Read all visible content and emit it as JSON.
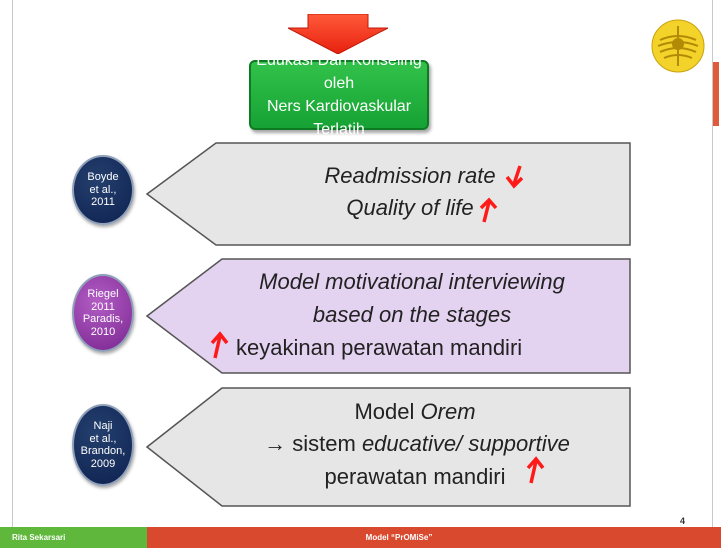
{
  "header_box": {
    "line1": "Edukasi Dan Konseling oleh",
    "line2": "Ners Kardiovaskular Terlatih"
  },
  "panels": [
    {
      "citation": [
        "Boyde",
        "et al.,",
        "2011"
      ],
      "lines": [
        "Readmission rate",
        "Quality of life"
      ]
    },
    {
      "citation": [
        "Riegel",
        "2011",
        "Paradis,",
        "2010"
      ],
      "lines": [
        "Model motivational interviewing",
        "based on the stages",
        "keyakinan perawatan mandiri"
      ]
    },
    {
      "citation": [
        "Naji",
        "et al.,",
        "Brandon,",
        "2009"
      ],
      "lines": [
        "Model ",
        "Orem",
        "→ sistem ",
        "educative/ supportive",
        "perawatan mandiri"
      ]
    }
  ],
  "footer": {
    "author": "Rita Sekarsari",
    "title": "Model “PrOMiSe”",
    "page": "4"
  },
  "colors": {
    "accent_green": "#1aa636",
    "arrow_red": "#ff1a1a",
    "panel_grey": "#e6e6e6",
    "panel_purple": "#e3d2f0",
    "footer_red": "#d9492e",
    "footer_green": "#5fb83b"
  },
  "icons": {
    "down": "arrow-down-icon",
    "up": "arrow-up-icon",
    "logo": "university-seal-icon"
  }
}
